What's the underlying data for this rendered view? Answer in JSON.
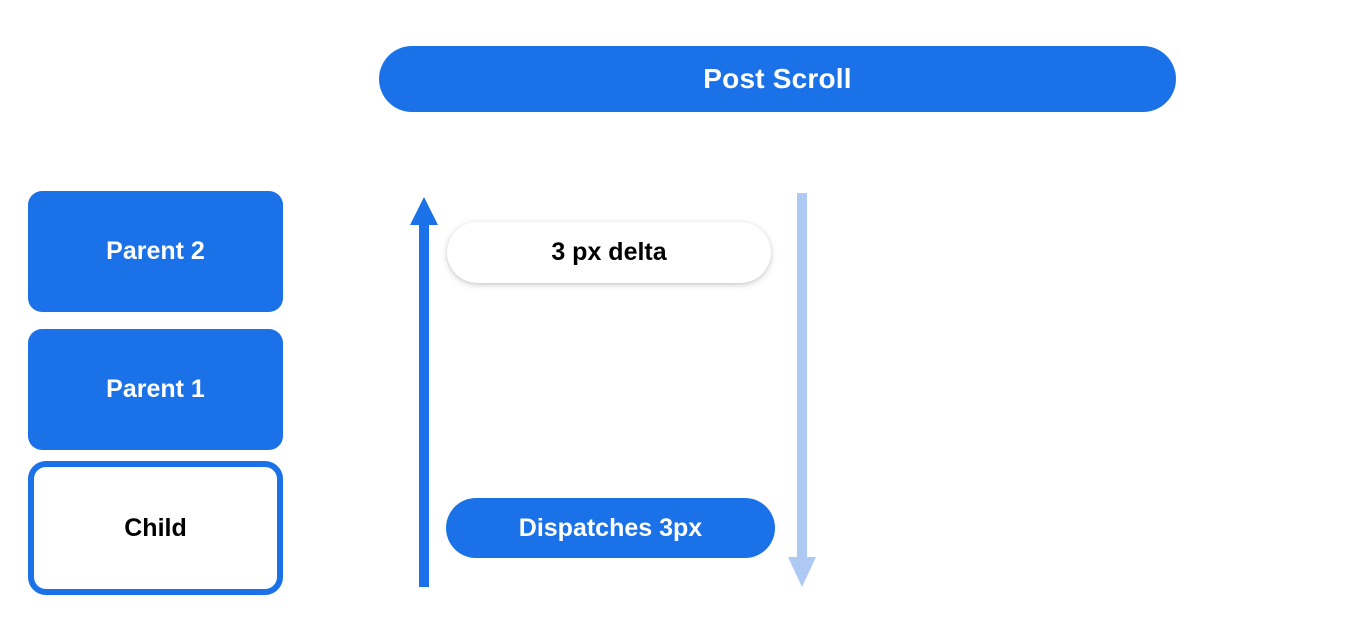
{
  "header": {
    "title": "Post Scroll"
  },
  "stack": {
    "boxes": [
      {
        "label": "Parent 2",
        "style": "filled"
      },
      {
        "label": "Parent 1",
        "style": "filled"
      },
      {
        "label": "Child",
        "style": "outlined"
      }
    ]
  },
  "flow": {
    "up_arrow": {
      "name": "scroll-bubble-up-arrow",
      "direction": "up",
      "color": "#1b72e8"
    },
    "down_arrow": {
      "name": "scroll-propagate-down-arrow",
      "direction": "down",
      "color": "#aec9f4"
    },
    "callouts": [
      {
        "label": "3 px delta",
        "style": "light"
      },
      {
        "label": "Dispatches 3px",
        "style": "blue"
      }
    ]
  },
  "colors": {
    "brand_blue": "#1b72e8",
    "light_blue": "#aec9f4",
    "surface": "#ffffff",
    "text_dark": "#000000",
    "text_on_blue": "#ffffff"
  }
}
